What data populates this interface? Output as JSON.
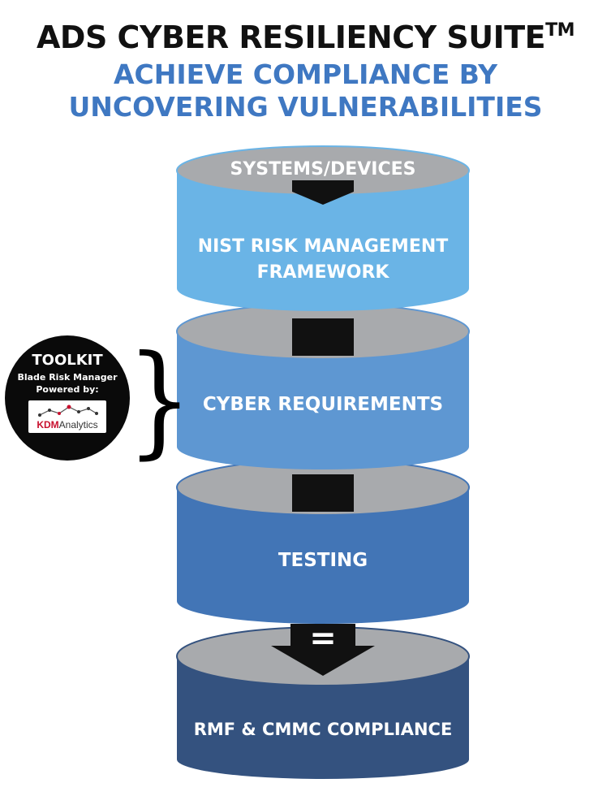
{
  "header": {
    "title": "ADS CYBER RESILIENCY SUITE",
    "trademark": "TM",
    "subtitle_line1": "ACHIEVE COMPLIANCE BY",
    "subtitle_line2": "UNCOVERING VULNERABILITIES"
  },
  "stack": {
    "top_label": "SYSTEMS/DEVICES",
    "layers": [
      {
        "label_line1": "NIST RISK MANAGEMENT",
        "label_line2": "FRAMEWORK",
        "color": "#6ab4e6"
      },
      {
        "label_line1": "CYBER REQUIREMENTS",
        "label_line2": "",
        "color": "#5e97d2"
      },
      {
        "label_line1": "TESTING",
        "label_line2": "",
        "color": "#4275b6"
      },
      {
        "label_line1": "RMF & CMMC COMPLIANCE",
        "label_line2": "",
        "color": "#34527f"
      }
    ],
    "top_face_color": "#a8aaad",
    "equals_symbol": "="
  },
  "toolkit": {
    "title": "TOOLKIT",
    "line1": "Blade Risk Manager",
    "line2": "Powered by:",
    "logo_part1": "KDM",
    "logo_part2": "Analytics",
    "brace": "}"
  }
}
